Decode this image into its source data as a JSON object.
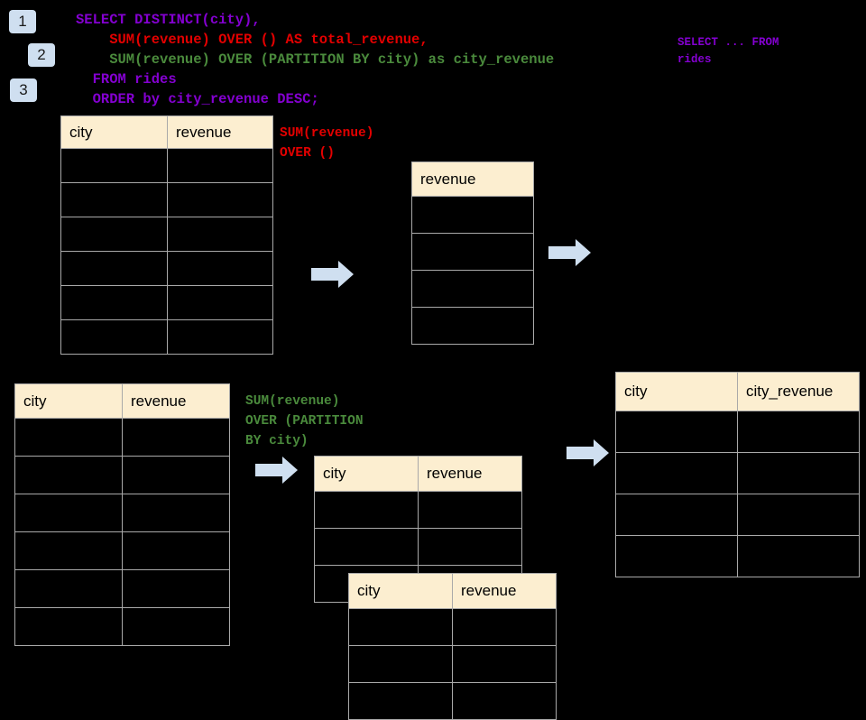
{
  "diagram": {
    "title": "SQL window function flow diagram",
    "background_color": "#000000",
    "header_color": "#fceed0",
    "border_color": "#a9a9a9",
    "arrow_color": "#cfdff0",
    "badge_color": "#cfdff0"
  },
  "badges": [
    {
      "label": "1"
    },
    {
      "label": "2"
    },
    {
      "label": "3"
    }
  ],
  "query": {
    "line1": "SELECT DISTINCT(city),",
    "line2": "    SUM(revenue) OVER () AS total_revenue,",
    "line3": "    SUM(revenue) OVER (PARTITION BY city) as city_revenue",
    "line4": "  FROM rides",
    "line5": "  ORDER by city_revenue DESC;"
  },
  "side_note": {
    "line1": "SELECT ... FROM",
    "line2": "rides"
  },
  "annotations": {
    "total_revenue": {
      "line1": "SUM(revenue)",
      "line2": "OVER ()",
      "color": "#e30000"
    },
    "city_revenue": {
      "line1": "SUM(revenue)",
      "line2": "OVER (PARTITION",
      "line3": "BY city)",
      "color": "#4a8a3c"
    }
  },
  "tables": {
    "source_top": {
      "name": "rides-source-top",
      "headers": [
        "city",
        "revenue"
      ],
      "row_count": 6,
      "rows": [
        [
          "",
          ""
        ],
        [
          "",
          ""
        ],
        [
          "",
          ""
        ],
        [
          "",
          ""
        ],
        [
          "",
          ""
        ],
        [
          "",
          ""
        ]
      ]
    },
    "total_revenue": {
      "name": "total-revenue-result",
      "headers": [
        "revenue"
      ],
      "row_count": 4,
      "rows": [
        [
          ""
        ],
        [
          ""
        ],
        [
          ""
        ],
        [
          ""
        ]
      ]
    },
    "source_bottom": {
      "name": "rides-source-bottom",
      "headers": [
        "city",
        "revenue"
      ],
      "row_count": 6,
      "rows": [
        [
          "",
          ""
        ],
        [
          "",
          ""
        ],
        [
          "",
          ""
        ],
        [
          "",
          ""
        ],
        [
          "",
          ""
        ],
        [
          "",
          ""
        ]
      ]
    },
    "partition_back": {
      "name": "partition-group-back",
      "headers": [
        "city",
        "revenue"
      ],
      "row_count": 3,
      "rows": [
        [
          "",
          ""
        ],
        [
          "",
          ""
        ],
        [
          "",
          ""
        ]
      ]
    },
    "partition_front": {
      "name": "partition-group-front",
      "headers": [
        "city",
        "revenue"
      ],
      "row_count": 3,
      "rows": [
        [
          "",
          ""
        ],
        [
          "",
          ""
        ],
        [
          "",
          ""
        ]
      ]
    },
    "final_result": {
      "name": "final-result",
      "headers": [
        "city",
        "city_revenue"
      ],
      "row_count": 4,
      "rows": [
        [
          "",
          ""
        ],
        [
          "",
          ""
        ],
        [
          "",
          ""
        ],
        [
          "",
          ""
        ]
      ]
    }
  },
  "arrows": [
    {
      "name": "arrow-source-to-total"
    },
    {
      "name": "arrow-total-to-right"
    },
    {
      "name": "arrow-source-to-partition"
    },
    {
      "name": "arrow-partition-to-final"
    }
  ]
}
